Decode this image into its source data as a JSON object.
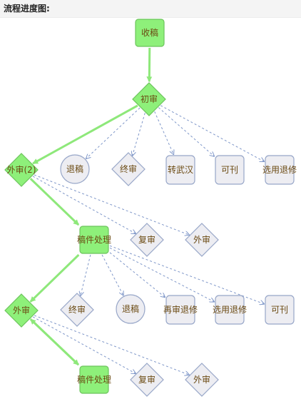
{
  "header": {
    "title": "流程进度图:"
  },
  "diagram": {
    "nodes": [
      {
        "id": "n1",
        "text": "收稿",
        "shape": "rect",
        "status": "done"
      },
      {
        "id": "n2",
        "text": "初审",
        "shape": "diamond",
        "status": "done"
      },
      {
        "id": "n3",
        "text": "外审(2)",
        "shape": "diamond",
        "status": "done"
      },
      {
        "id": "n4",
        "text": "退稿",
        "shape": "circle",
        "status": "pending"
      },
      {
        "id": "n5",
        "text": "终审",
        "shape": "diamond",
        "status": "pending"
      },
      {
        "id": "n6",
        "text": "转武汉",
        "shape": "rect",
        "status": "pending"
      },
      {
        "id": "n7",
        "text": "可刊",
        "shape": "rect",
        "status": "pending"
      },
      {
        "id": "n8",
        "text": "选用退修",
        "shape": "rect",
        "status": "pending"
      },
      {
        "id": "n9",
        "text": "稿件处理",
        "shape": "rect",
        "status": "done"
      },
      {
        "id": "n10",
        "text": "复审",
        "shape": "diamond",
        "status": "pending"
      },
      {
        "id": "n11",
        "text": "外审",
        "shape": "diamond",
        "status": "pending"
      },
      {
        "id": "n12",
        "text": "外审",
        "shape": "diamond",
        "status": "done"
      },
      {
        "id": "n13",
        "text": "终审",
        "shape": "diamond",
        "status": "pending"
      },
      {
        "id": "n14",
        "text": "退稿",
        "shape": "circle",
        "status": "pending"
      },
      {
        "id": "n15",
        "text": "再审退修",
        "shape": "rect",
        "status": "pending"
      },
      {
        "id": "n16",
        "text": "选用退修",
        "shape": "rect",
        "status": "pending"
      },
      {
        "id": "n17",
        "text": "可刊",
        "shape": "rect",
        "status": "pending"
      },
      {
        "id": "n18",
        "text": "稿件处理",
        "shape": "rect",
        "status": "done"
      },
      {
        "id": "n19",
        "text": "复审",
        "shape": "diamond",
        "status": "pending"
      },
      {
        "id": "n20",
        "text": "外审",
        "shape": "diamond",
        "status": "pending"
      }
    ],
    "edges": [
      {
        "from": "n1",
        "to": "n2",
        "style": "active"
      },
      {
        "from": "n2",
        "to": "n3",
        "style": "active"
      },
      {
        "from": "n2",
        "to": "n4",
        "style": "pending"
      },
      {
        "from": "n2",
        "to": "n5",
        "style": "pending"
      },
      {
        "from": "n2",
        "to": "n6",
        "style": "pending"
      },
      {
        "from": "n2",
        "to": "n7",
        "style": "pending"
      },
      {
        "from": "n2",
        "to": "n8",
        "style": "pending"
      },
      {
        "from": "n3",
        "to": "n9",
        "style": "active"
      },
      {
        "from": "n3",
        "to": "n10",
        "style": "pending"
      },
      {
        "from": "n3",
        "to": "n11",
        "style": "pending"
      },
      {
        "from": "n9",
        "to": "n12",
        "style": "active"
      },
      {
        "from": "n9",
        "to": "n13",
        "style": "pending"
      },
      {
        "from": "n9",
        "to": "n14",
        "style": "pending"
      },
      {
        "from": "n9",
        "to": "n15",
        "style": "pending"
      },
      {
        "from": "n9",
        "to": "n16",
        "style": "pending"
      },
      {
        "from": "n9",
        "to": "n17",
        "style": "pending"
      },
      {
        "from": "n12",
        "to": "n18",
        "style": "active"
      },
      {
        "from": "n12",
        "to": "n19",
        "style": "pending"
      },
      {
        "from": "n12",
        "to": "n20",
        "style": "pending"
      },
      {
        "from": "n18",
        "to": "n12",
        "style": "active"
      }
    ],
    "colors": {
      "done_fill": "#8ef07a",
      "done_stroke": "#6cc45c",
      "pending_fill": "#ededf2",
      "pending_stroke": "#97a6c8",
      "active_edge": "#8ee87a",
      "pending_edge": "#7f97c9",
      "label": "#6b4a12"
    }
  }
}
